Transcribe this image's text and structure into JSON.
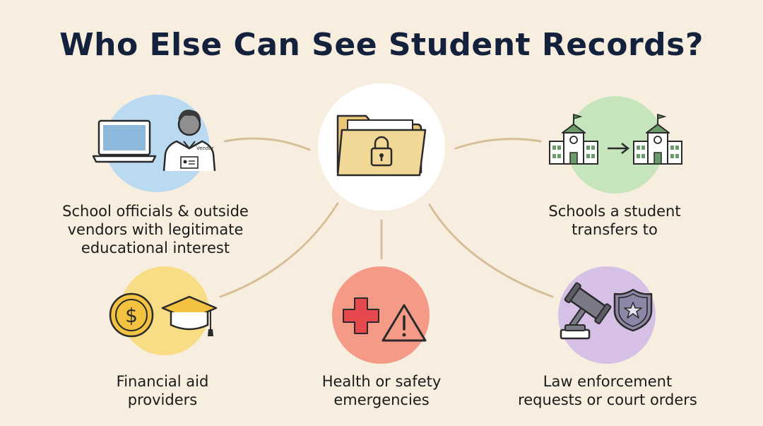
{
  "title": "Who Else Can See Student Records?",
  "center": {
    "icon": "locked-folder-icon"
  },
  "colors": {
    "background": "#f8eedf",
    "title": "#14213d",
    "connector": "#d6bf98",
    "blue": "#b9daf1",
    "green": "#c6e5bd",
    "yellow": "#f8dc86",
    "red": "#f49a86",
    "purple": "#d6c0e6",
    "folder": "#f2d896"
  },
  "items": [
    {
      "id": "school-officials",
      "lines": [
        "School officials & outside",
        "vendors with legitimate",
        "educational interest"
      ],
      "icons": [
        "laptop-icon",
        "vendor-person-icon"
      ],
      "badge_text": "Vendor"
    },
    {
      "id": "transfer-schools",
      "lines": [
        "Schools a student",
        "transfers to"
      ],
      "icons": [
        "school-building-icon",
        "arrow-right-icon",
        "school-building-icon"
      ]
    },
    {
      "id": "financial-aid",
      "lines": [
        "Financial aid",
        "providers"
      ],
      "icons": [
        "dollar-coin-icon",
        "graduation-cap-icon"
      ]
    },
    {
      "id": "health-safety",
      "lines": [
        "Health or safety",
        "emergencies"
      ],
      "icons": [
        "medical-cross-icon",
        "warning-triangle-icon"
      ]
    },
    {
      "id": "law-enforcement",
      "lines": [
        "Law enforcement",
        "requests or court orders"
      ],
      "icons": [
        "gavel-icon",
        "police-badge-icon"
      ]
    }
  ]
}
